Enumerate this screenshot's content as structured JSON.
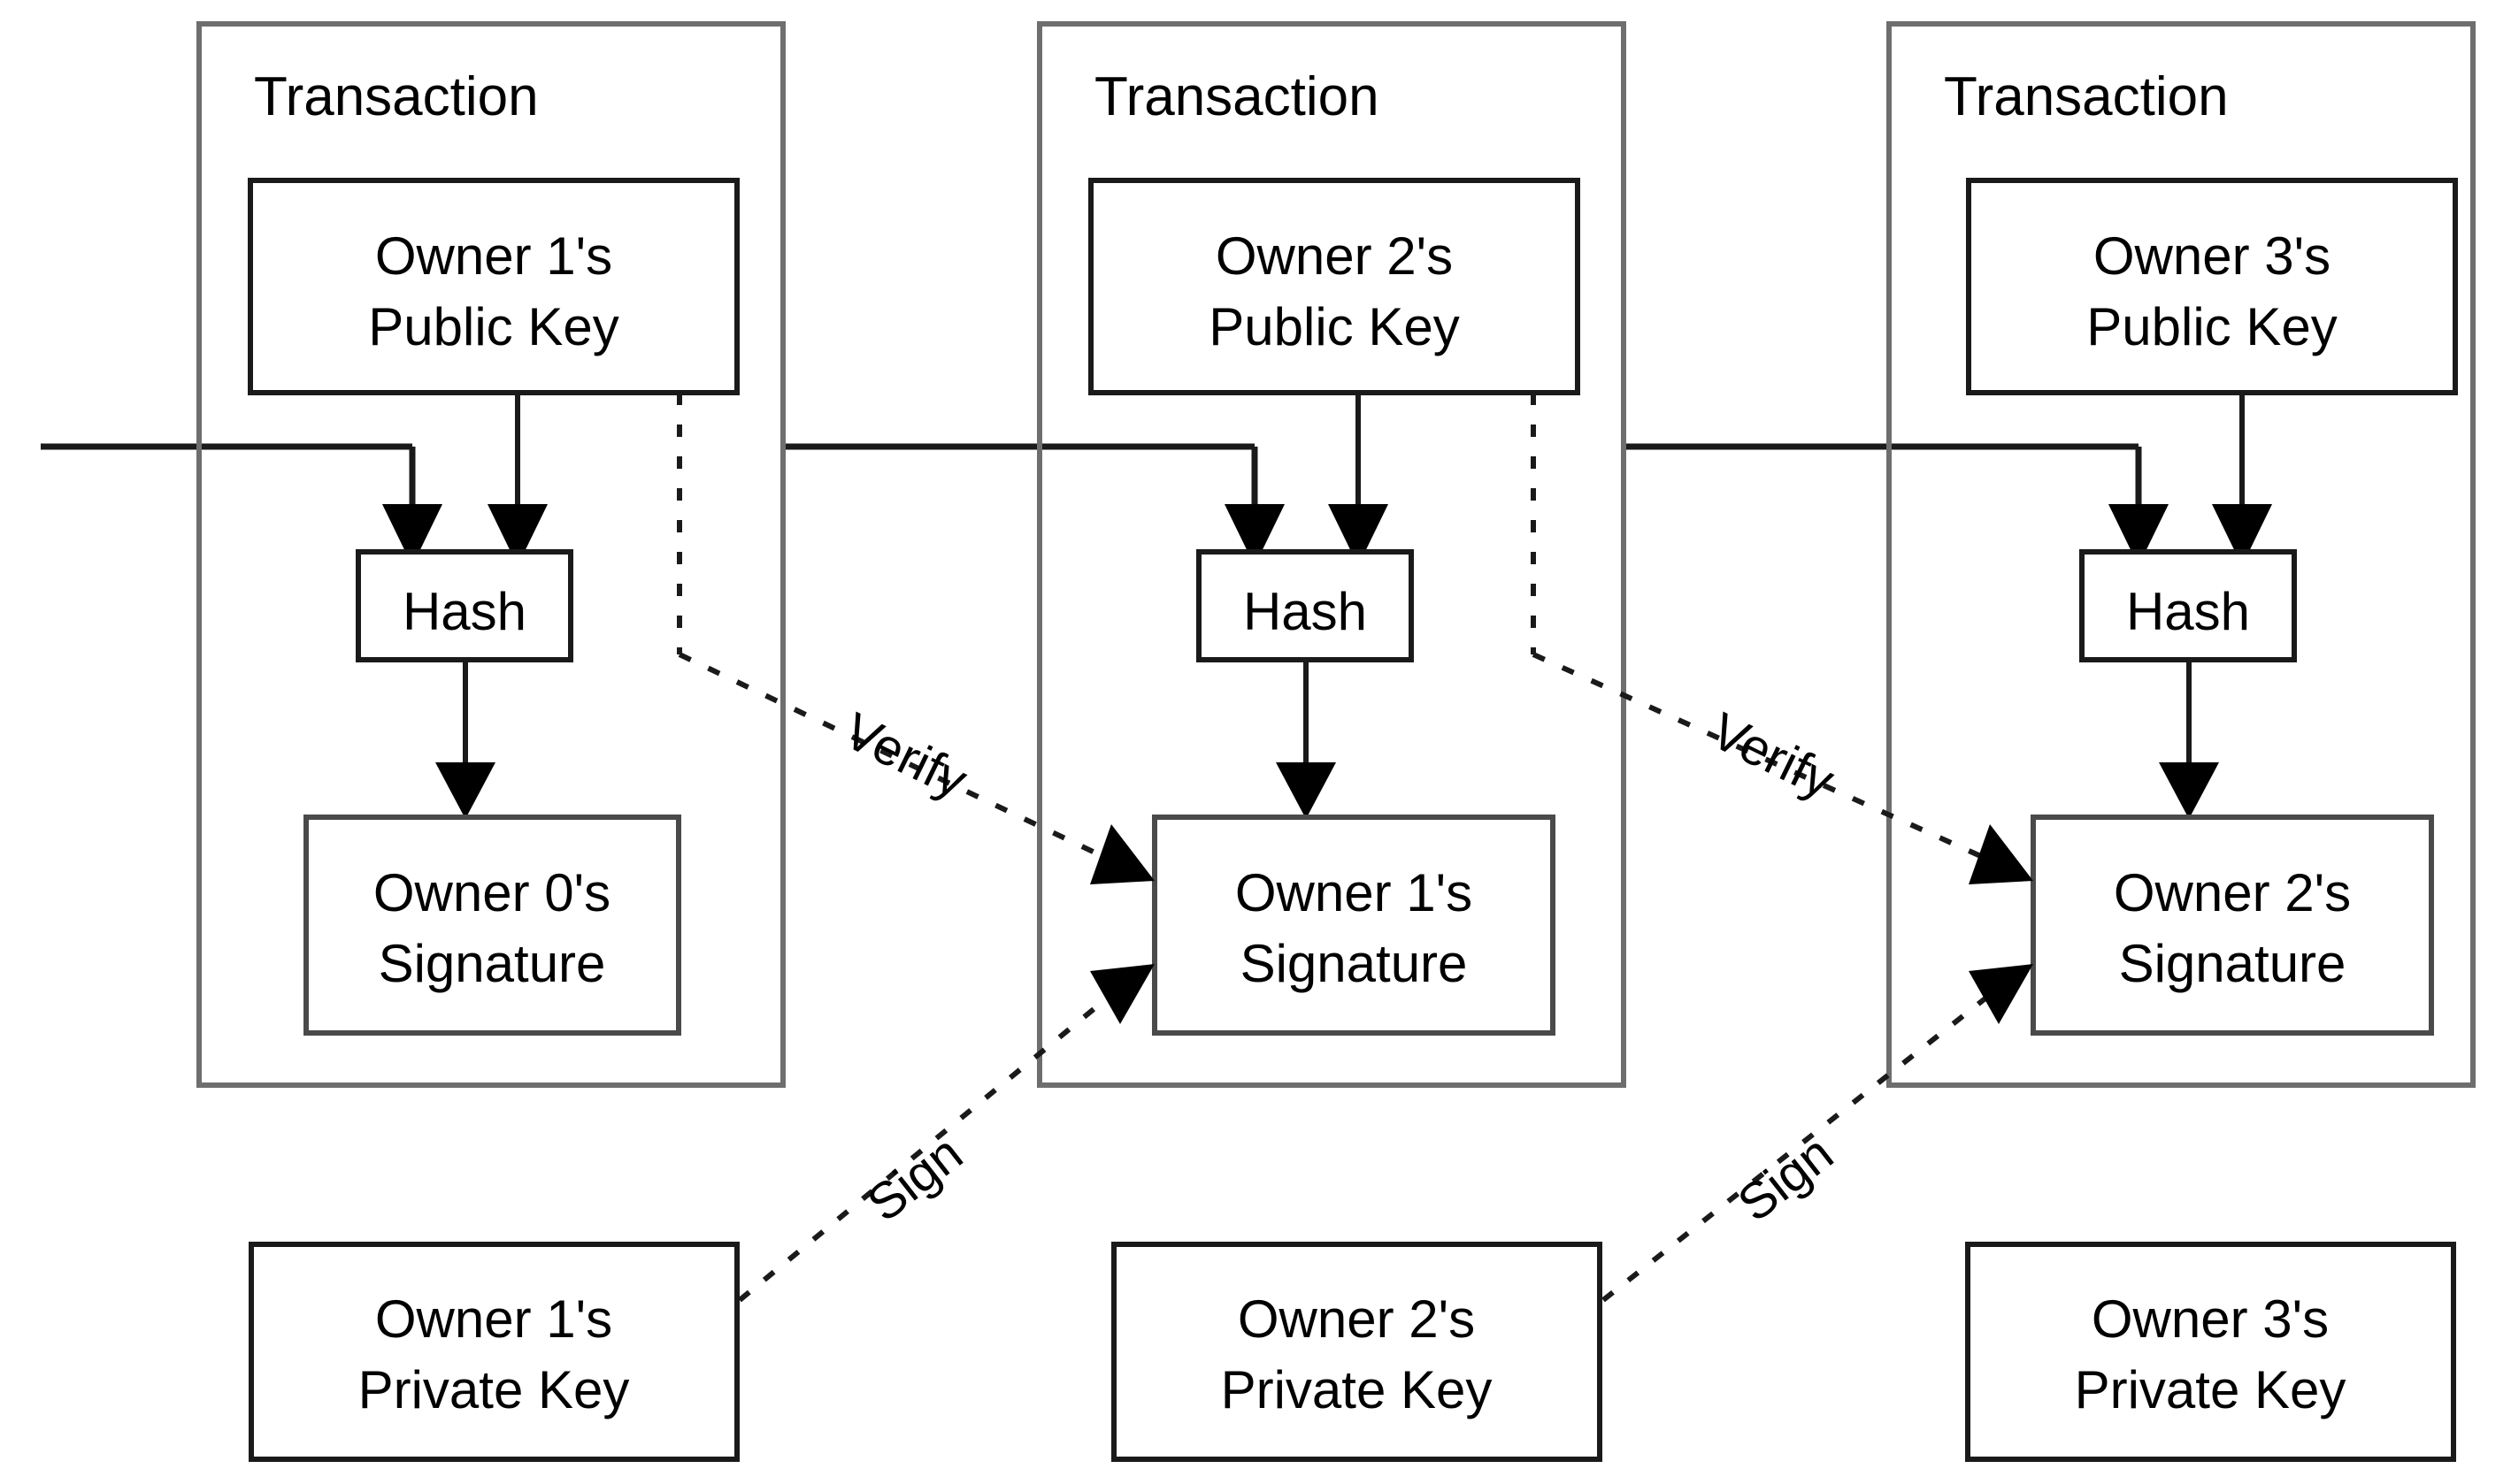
{
  "diagram": {
    "title": "Bitcoin transaction chain of digital signatures",
    "colors": {
      "background": "#ffffff",
      "frame_stroke": "#6e6e6e",
      "box_stroke": "#4a4a4a",
      "line": "#1a1a1a",
      "arrow_fill": "#000000",
      "text": "#000000"
    },
    "transactions": [
      {
        "id": "tx1",
        "frame_label": "Transaction",
        "public_key": "Owner 1's\nPublic Key",
        "public_key_line1": "Owner 1's",
        "public_key_line2": "Public Key",
        "hash": "Hash",
        "signature_line1": "Owner 0's",
        "signature_line2": "Signature",
        "private_key_line1": "Owner 1's",
        "private_key_line2": "Private Key"
      },
      {
        "id": "tx2",
        "frame_label": "Transaction",
        "public_key_line1": "Owner 2's",
        "public_key_line2": "Public Key",
        "hash": "Hash",
        "signature_line1": "Owner 1's",
        "signature_line2": "Signature",
        "private_key_line1": "Owner 2's",
        "private_key_line2": "Private Key"
      },
      {
        "id": "tx3",
        "frame_label": "Transaction",
        "public_key_line1": "Owner 3's",
        "public_key_line2": "Public Key",
        "hash": "Hash",
        "signature_line1": "Owner 2's",
        "signature_line2": "Signature",
        "private_key_line1": "Owner 3's",
        "private_key_line2": "Private Key"
      }
    ],
    "edges": [
      {
        "id": "verify1",
        "label": "Verify",
        "style": "dashed",
        "from": "tx1.public_key",
        "to": "tx2.signature"
      },
      {
        "id": "verify2",
        "label": "Verify",
        "style": "dashed",
        "from": "tx2.public_key",
        "to": "tx3.signature"
      },
      {
        "id": "sign1",
        "label": "Sign",
        "style": "dashed",
        "from": "tx1.private_key",
        "to": "tx2.signature"
      },
      {
        "id": "sign2",
        "label": "Sign",
        "style": "dashed",
        "from": "tx2.private_key",
        "to": "tx3.signature"
      }
    ]
  }
}
